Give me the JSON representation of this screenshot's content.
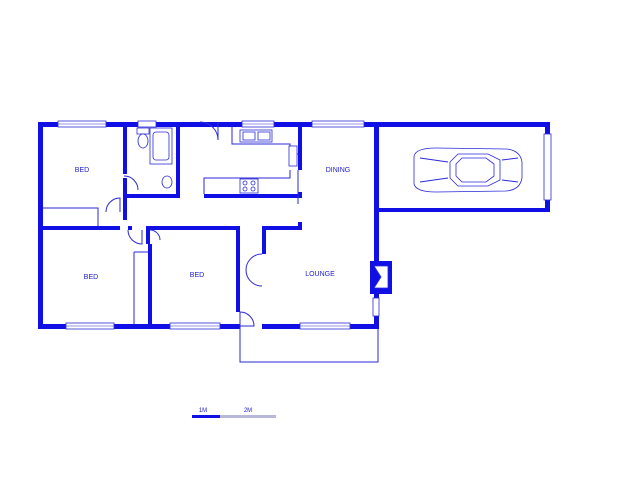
{
  "colors": {
    "wall": "#1010e6",
    "line": "#2a2ad8",
    "text": "#1a1ad0",
    "background": "#ffffff",
    "scale_dark": "#1010e6",
    "scale_light": "#b8b8d8"
  },
  "rooms": {
    "bed_top_left": "BED",
    "bed_bottom_left": "BED",
    "bed_middle": "BED",
    "dining": "DINING",
    "lounge": "LOUNGE"
  },
  "scale_bar": {
    "label_1": "1M",
    "label_2": "2M"
  },
  "icons": [
    "car-icon",
    "toilet-icon",
    "bathtub-icon",
    "sink-icon",
    "stove-icon",
    "fireplace-icon",
    "door-swing-icon"
  ]
}
